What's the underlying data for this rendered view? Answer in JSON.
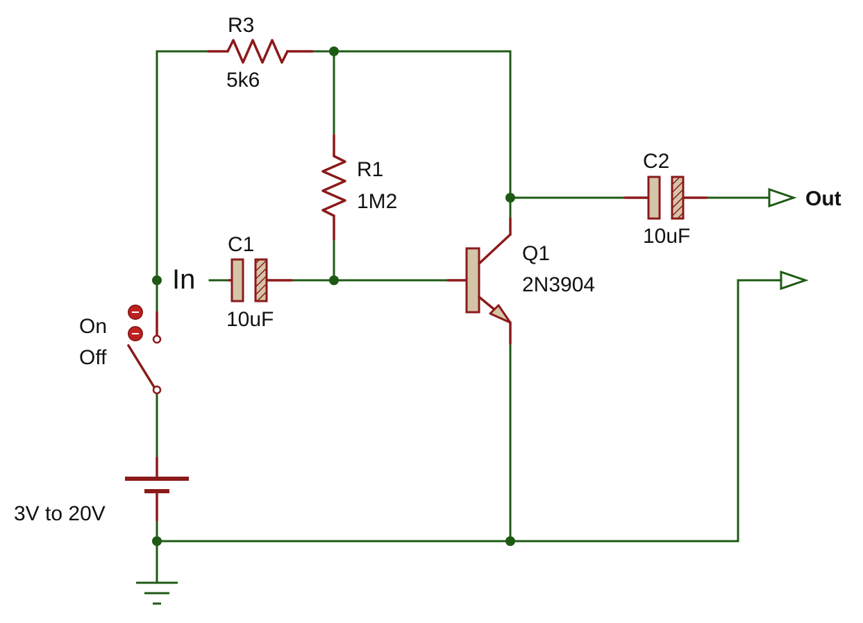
{
  "components": {
    "r3": {
      "ref": "R3",
      "value": "5k6"
    },
    "r1": {
      "ref": "R1",
      "value": "1M2"
    },
    "c1": {
      "ref": "C1",
      "value": "10uF"
    },
    "c2": {
      "ref": "C2",
      "value": "10uF"
    },
    "q1": {
      "ref": "Q1",
      "value": "2N3904"
    },
    "switch": {
      "on_label": "On",
      "off_label": "Off"
    },
    "battery": {
      "label": "3V to 20V"
    }
  },
  "ports": {
    "input": "In",
    "output": "Out"
  },
  "colors": {
    "wire": "#1e5a14",
    "component": "#8b1a1a",
    "plate_fill": "#d4c4a8"
  }
}
